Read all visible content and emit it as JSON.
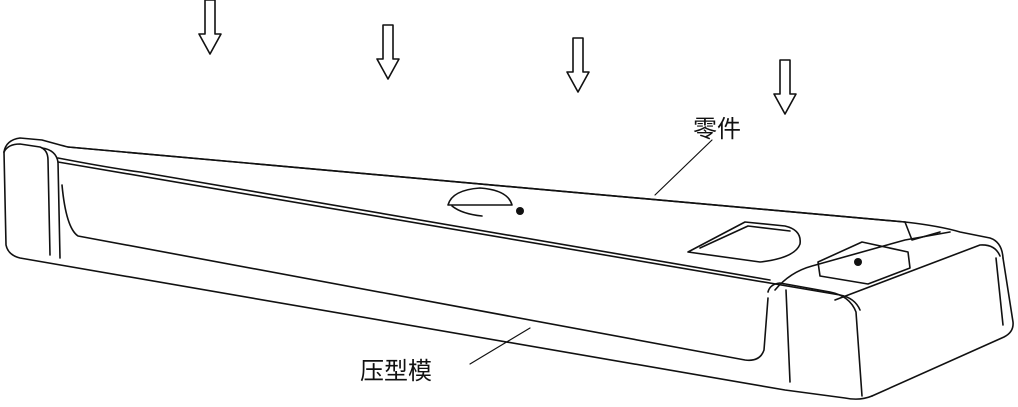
{
  "labels": {
    "part": "零件",
    "die": "压型模"
  },
  "arrows": [
    {
      "name": "press-arrow-1"
    },
    {
      "name": "press-arrow-2"
    },
    {
      "name": "press-arrow-3"
    },
    {
      "name": "press-arrow-4"
    }
  ],
  "colors": {
    "line": "#111111",
    "background": "#ffffff"
  }
}
